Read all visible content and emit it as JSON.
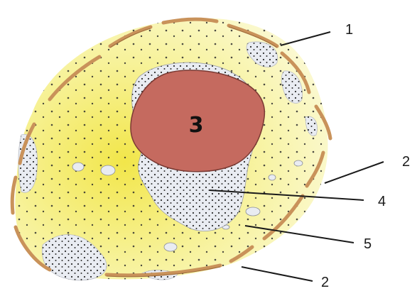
{
  "diagram": {
    "nucleolus_label": "3",
    "callouts": [
      {
        "id": "membrane-top",
        "label": "1"
      },
      {
        "id": "pore-right",
        "label": "2"
      },
      {
        "id": "dense-region",
        "label": "4"
      },
      {
        "id": "nucleoplasm",
        "label": "5"
      },
      {
        "id": "pore-bottom",
        "label": "2"
      }
    ]
  },
  "colors": {
    "nucleoplasm": "#f7f29a",
    "nucleoplasm_core": "#f2e64a",
    "envelope": "#c9925a",
    "nucleolus": "#c56a5f",
    "chromatin": "#e9ecf2",
    "dots": "#2d2d2d",
    "leader": "#1a1a1a"
  }
}
